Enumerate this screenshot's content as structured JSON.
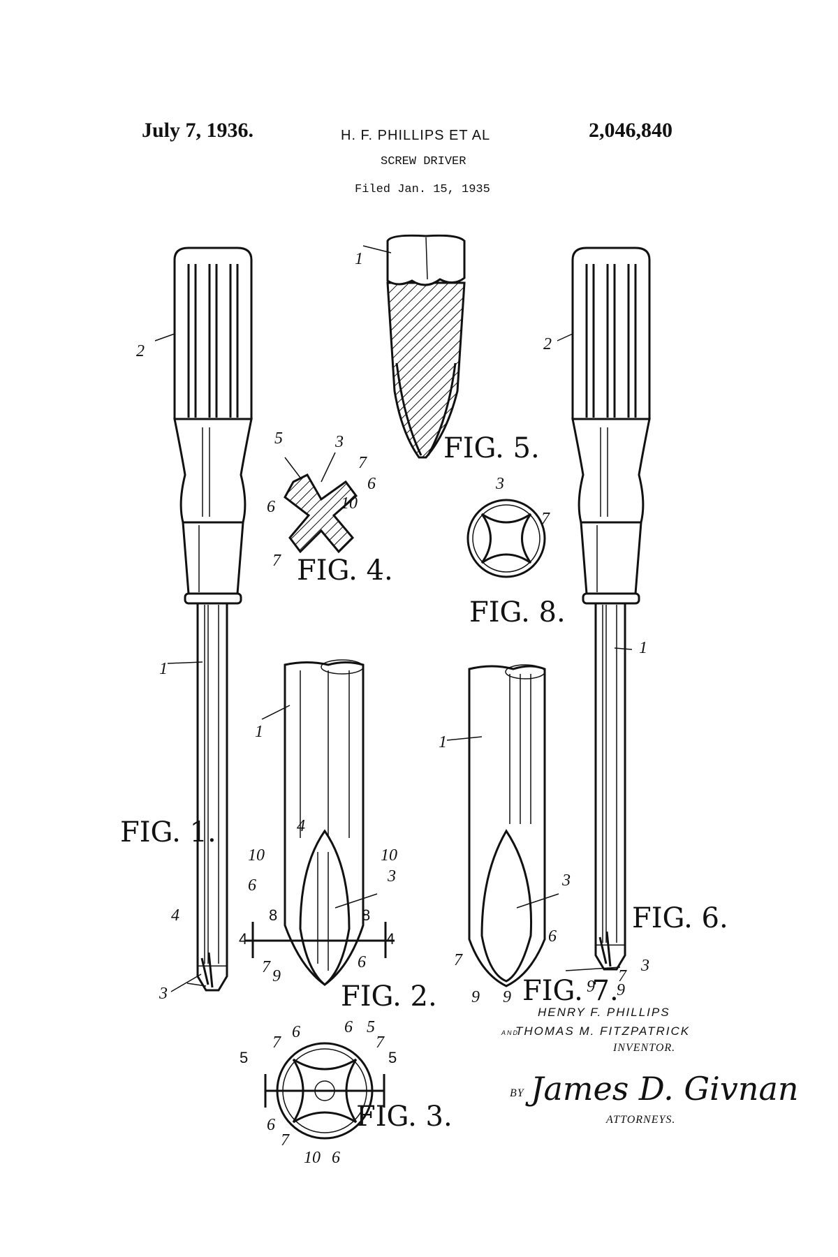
{
  "header": {
    "date": "July 7, 1936.",
    "inventor_line": "H. F. PHILLIPS ET AL",
    "patent_number": "2,046,840",
    "title": "SCREW DRIVER",
    "filed": "Filed Jan. 15, 1935"
  },
  "figures": {
    "fig1": "FIG. 1.",
    "fig2": "FIG. 2.",
    "fig3": "FIG. 3.",
    "fig4": "FIG. 4.",
    "fig5": "FIG. 5.",
    "fig6": "FIG. 6.",
    "fig7": "FIG. 7.",
    "fig8": "FIG. 8."
  },
  "refs": {
    "r1": "1",
    "r2": "2",
    "r3": "3",
    "r4": "4",
    "r5": "5",
    "r6": "6",
    "r7": "7",
    "r8": "8",
    "r9": "9",
    "r10": "10"
  },
  "signature": {
    "inventor1": "HENRY F. PHILLIPS",
    "and": "AND",
    "inventor2": "THOMAS M. FITZPATRICK",
    "inventor_role": "INVENTOR.",
    "by": "BY",
    "attorney": "James D. Givnan",
    "attorney_role": "ATTORNEYS."
  }
}
